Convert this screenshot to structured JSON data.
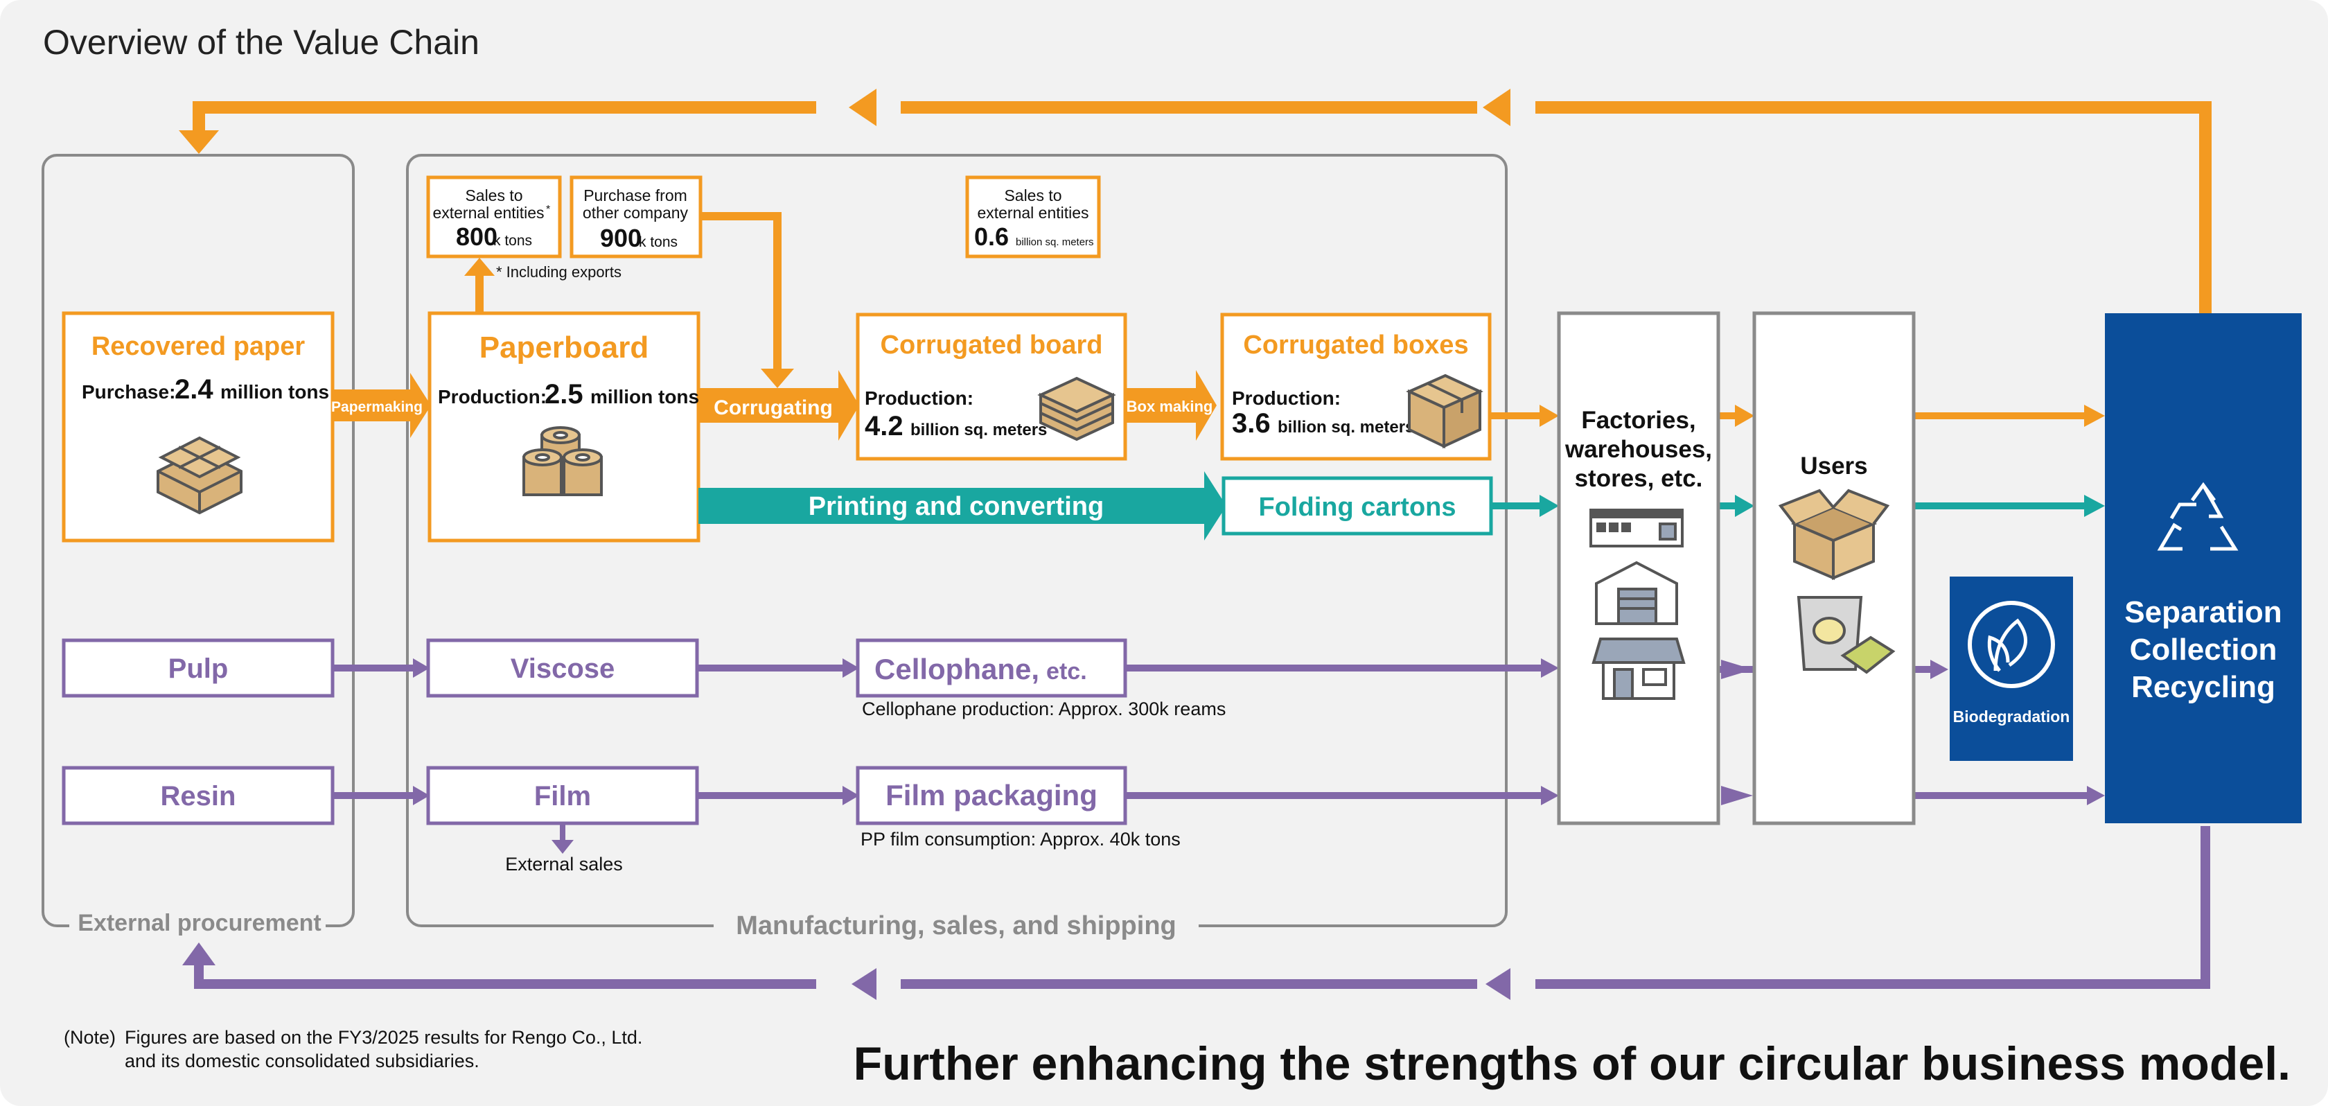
{
  "title": "Overview of the Value Chain",
  "headline": "Further enhancing the strengths of our circular business model.",
  "note": {
    "tag": "(Note)",
    "line1": "Figures are based on the FY3/2025 results for Rengo Co., Ltd.",
    "line2": "and its domestic consolidated subsidiaries."
  },
  "groups": {
    "external": "External procurement",
    "manufacturing": "Manufacturing, sales, and shipping"
  },
  "recovered": {
    "title": "Recovered paper",
    "lead": "Purchase:",
    "value": "2.4",
    "unit": "million tons"
  },
  "paperboard": {
    "title": "Paperboard",
    "lead": "Production:",
    "value": "2.5",
    "unit": "million tons"
  },
  "corrboard": {
    "title": "Corrugated board",
    "lead": "Production:",
    "value": "4.2",
    "unit": "billion sq. meters"
  },
  "corrboxes": {
    "title": "Corrugated boxes",
    "lead": "Production:",
    "value": "3.6",
    "unit": "billion sq. meters"
  },
  "sales_ext": {
    "l1": "Sales to",
    "l2": "external entities",
    "star": "*",
    "value": "800",
    "unit": "k tons"
  },
  "purchase_other": {
    "l1": "Purchase from",
    "l2": "other company",
    "value": "900",
    "unit": "k tons"
  },
  "sales_ext2": {
    "l1": "Sales to",
    "l2": "external entities",
    "value": "0.6",
    "unit": "billion sq. meters"
  },
  "footnote_exports": "* Including exports",
  "flows": {
    "papermaking": "Papermaking",
    "corrugating": "Corrugating",
    "boxmaking": "Box making",
    "printing": "Printing and converting"
  },
  "folding": "Folding cartons",
  "pulp": "Pulp",
  "viscose": "Viscose",
  "cellophane": {
    "main": "Cellophane,",
    "suffix": "etc."
  },
  "cellophane_note": "Cellophane production: Approx. 300k reams",
  "resin": "Resin",
  "film": "Film",
  "film_packaging": "Film packaging",
  "pp_note": "PP film consumption: Approx. 40k tons",
  "external_sales": "External sales",
  "factories": {
    "l1": "Factories,",
    "l2": "warehouses,",
    "l3": "stores, etc."
  },
  "users": "Users",
  "biodegradation": "Biodegradation",
  "separation": {
    "l1": "Separation",
    "l2": "Collection",
    "l3": "Recycling"
  },
  "colors": {
    "orange": "#F39A21",
    "teal": "#19A7A0",
    "purple": "#8268A8",
    "blue": "#0B4E9A",
    "gray": "#8A8A8A",
    "bg": "#F2F2F2"
  },
  "icons": [
    "bundle-icon",
    "paper-rolls-icon",
    "board-stack-icon",
    "box-icon",
    "factory-icon",
    "warehouse-icon",
    "store-icon",
    "open-box-icon",
    "snack-bag-icon",
    "leaf-icon",
    "recycle-icon"
  ]
}
